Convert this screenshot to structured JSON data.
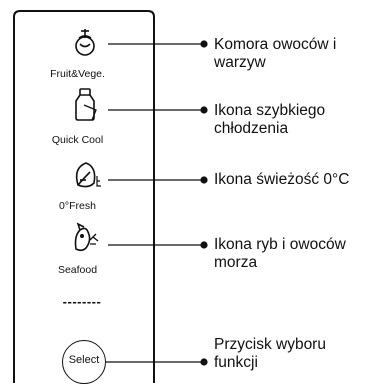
{
  "panel": {
    "items": [
      {
        "label": "Fruit&Vege.",
        "icon": "fruit-veg-icon",
        "callout": [
          "Komora owoców i",
          "warzyw"
        ]
      },
      {
        "label": "Quick Cool",
        "icon": "quick-cool-icon",
        "callout": [
          "Ikona szybkiego",
          "chłodzenia"
        ]
      },
      {
        "label": "0°Fresh",
        "icon": "zero-fresh-icon",
        "callout": [
          "Ikona świeżość 0°C"
        ]
      },
      {
        "label": "Seafood",
        "icon": "seafood-icon",
        "callout": [
          "Ikona ryb i owoców",
          "morza"
        ]
      }
    ],
    "ellipsis": "--------",
    "select": {
      "label": "Select",
      "callout": [
        "Przycisk wyboru",
        "funkcji"
      ]
    }
  }
}
